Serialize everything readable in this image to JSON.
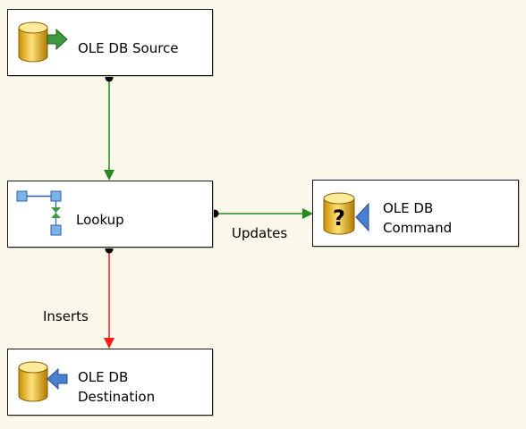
{
  "nodes": {
    "source": {
      "label": "OLE DB Source",
      "icon": "database-output-icon"
    },
    "lookup": {
      "label": "Lookup",
      "icon": "lookup-transform-icon"
    },
    "command": {
      "line1": "OLE DB",
      "line2": "Command",
      "icon": "database-command-icon"
    },
    "destination": {
      "line1": "OLE DB",
      "line2": "Destination",
      "icon": "database-input-icon"
    }
  },
  "edges": {
    "source_to_lookup": {
      "label": "",
      "color": "#228b22"
    },
    "lookup_to_command": {
      "label": "Updates",
      "color": "#228b22"
    },
    "lookup_to_destination": {
      "label": "Inserts",
      "color": "#ff1a1a"
    }
  },
  "colors": {
    "background": "#fbf7ea",
    "success_path": "#228b22",
    "error_path": "#ff1a1a",
    "connector_dot": "#000000"
  }
}
